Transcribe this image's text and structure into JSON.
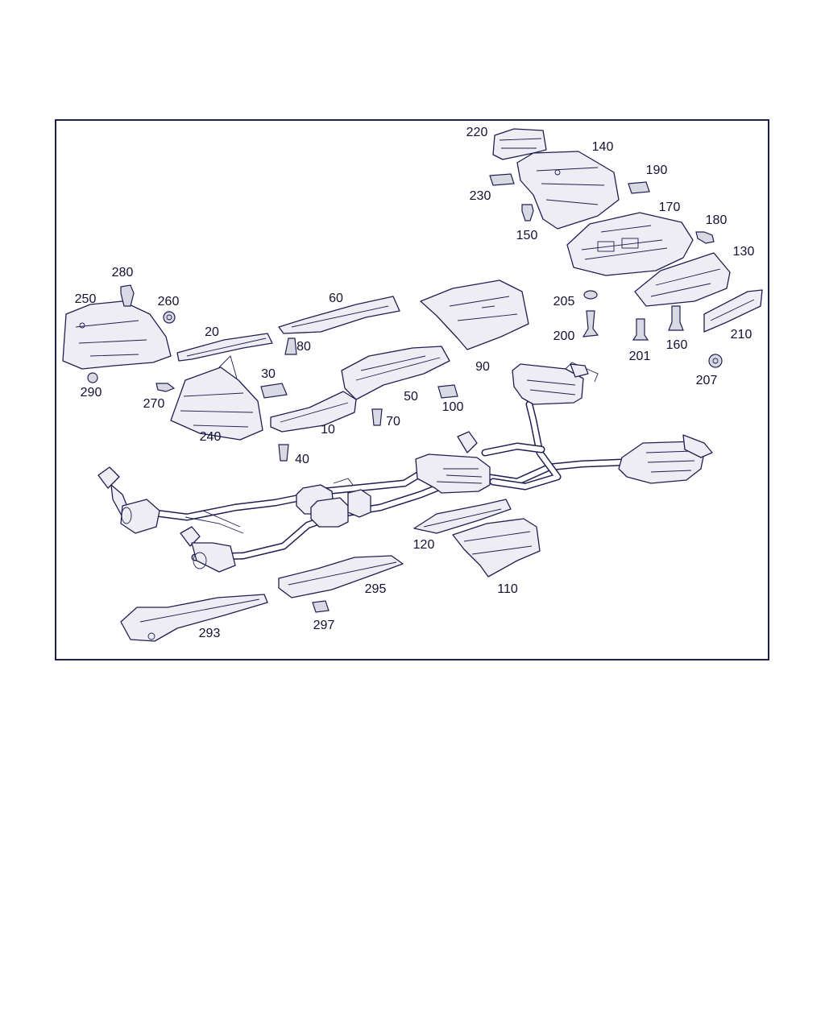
{
  "diagram": {
    "callouts": [
      "220",
      "140",
      "190",
      "230",
      "170",
      "150",
      "180",
      "130",
      "280",
      "250",
      "260",
      "60",
      "205",
      "20",
      "200",
      "201",
      "160",
      "210",
      "80",
      "90",
      "207",
      "290",
      "270",
      "30",
      "50",
      "100",
      "240",
      "70",
      "10",
      "40",
      "120",
      "110",
      "295",
      "293",
      "297"
    ],
    "colors": {
      "line": "#1f1f52",
      "fill": "#ededf3",
      "background": "#ffffff"
    }
  }
}
